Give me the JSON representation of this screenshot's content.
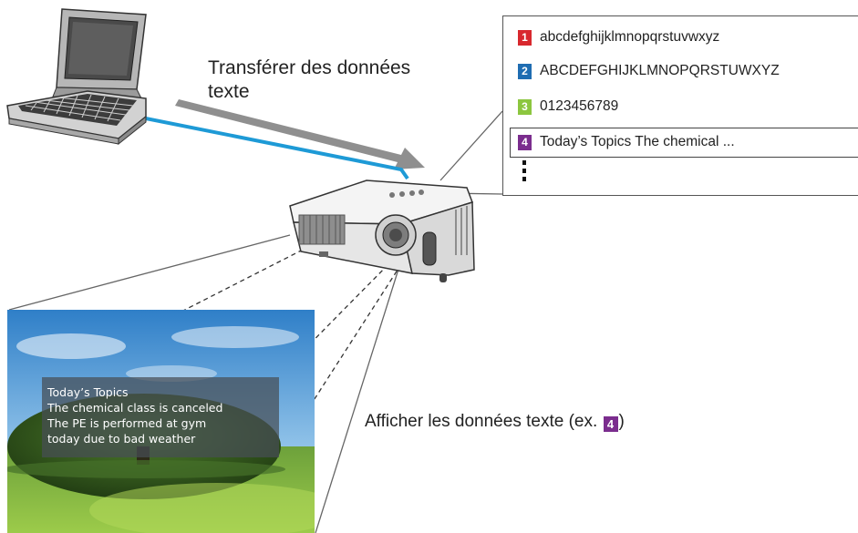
{
  "transfer": {
    "label_line1": "Transférer des données",
    "label_line2": "texte"
  },
  "data_list": {
    "items": [
      {
        "number": "1",
        "text": "abcdefghijklmnopqrstuvwxyz",
        "badge_color": "#d8282e"
      },
      {
        "number": "2",
        "text": "ABCDEFGHIJKLMNOPQRSTUWXYZ",
        "badge_color": "#1f6db2"
      },
      {
        "number": "3",
        "text": "0123456789",
        "badge_color": "#8cc63f"
      },
      {
        "number": "4",
        "text": "Today’s Topics The chemical ...",
        "badge_color": "#7b2d8e"
      }
    ]
  },
  "display": {
    "label_prefix": "Afficher les données texte (ex. ",
    "example_number": "4",
    "label_suffix": ")"
  },
  "screen": {
    "overlay_lines": [
      "Today’s Topics",
      "The chemical class is canceled",
      "The PE is performed at gym",
      "today due to bad weather"
    ]
  },
  "colors": {
    "cable": "#1e9ad6",
    "arrow": "#8f8f8f"
  },
  "icons": {
    "laptop": "laptop-icon",
    "projector": "projector-icon"
  }
}
